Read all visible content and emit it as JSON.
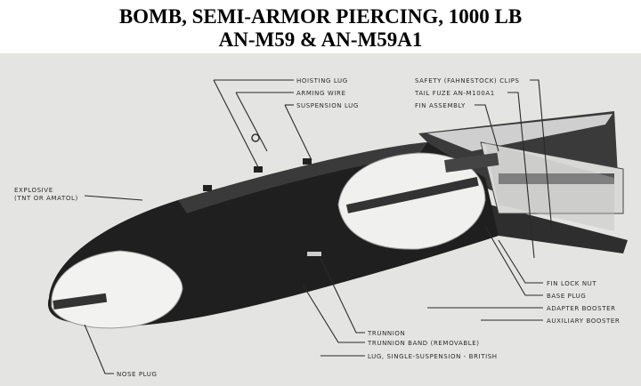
{
  "title": {
    "line1": "BOMB, SEMI-ARMOR PIERCING, 1000 LB",
    "line2": "AN-M59 & AN-M59A1"
  },
  "labels": {
    "hoisting_lug": "HOISTING LUG",
    "arming_wire": "ARMING WIRE",
    "suspension_lug": "SUSPENSION LUG",
    "safety_clips": "SAFETY (FAHNESTOCK) CLIPS",
    "tail_fuze": "TAIL FUZE AN-M100A1",
    "fin_assembly": "FIN ASSEMBLY",
    "explosive_1": "EXPLOSIVE",
    "explosive_2": "(TNT OR AMATOL)",
    "fin_lock_nut": "FIN LOCK NUT",
    "base_plug": "BASE PLUG",
    "adapter_booster": "ADAPTER BOOSTER",
    "auxiliary_booster": "AUXILIARY BOOSTER",
    "trunnion": "TRUNNION",
    "trunnion_band": "TRUNNION BAND (REMOVABLE)",
    "lug_british": "LUG, SINGLE-SUSPENSION - BRITISH",
    "nose_plug": "NOSE PLUG"
  }
}
